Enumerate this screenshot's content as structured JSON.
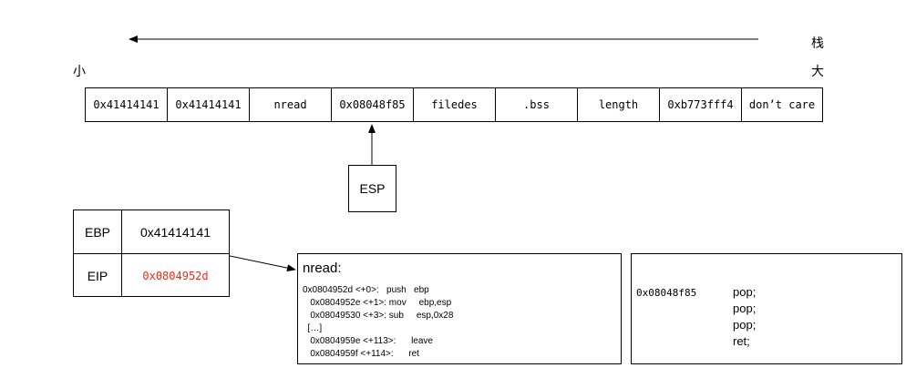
{
  "labels": {
    "stack": "栈",
    "small": "小",
    "big": "大"
  },
  "stack_cells": [
    {
      "text": "0x41414141",
      "w": 0
    },
    {
      "text": "0x41414141"
    },
    {
      "text": "nread"
    },
    {
      "text": "0x08048f85"
    },
    {
      "text": "filedes"
    },
    {
      "text": ".bss"
    },
    {
      "text": "length"
    },
    {
      "text": "0xb773fff4"
    },
    {
      "text": "don’t care"
    }
  ],
  "esp": {
    "label": "ESP"
  },
  "registers": {
    "ebp": {
      "name": "EBP",
      "value": "0x41414141"
    },
    "eip": {
      "name": "EIP",
      "value": "0x0804952d"
    }
  },
  "nread_box": {
    "title": "nread:",
    "lines": [
      "0x0804952d <+0>:   push   ebp",
      "   0x0804952e <+1>: mov     ebp,esp",
      "   0x08049530 <+3>: sub     esp,0x28",
      "  […]",
      "   0x0804959e <+113>:      leave",
      "   0x0804959f <+114>:      ret"
    ]
  },
  "gadget_box": {
    "address": "0x08048f85",
    "instructions": [
      "pop;",
      "pop;",
      "pop;",
      "ret;"
    ]
  },
  "colors": {
    "eip_value": "#e0301e",
    "line": "#000000"
  }
}
